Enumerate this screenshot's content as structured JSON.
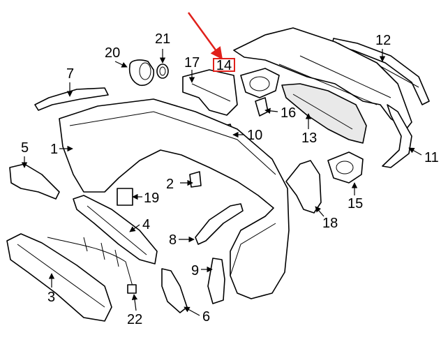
{
  "diagram": {
    "highlight": {
      "label": "14",
      "box_color": "#e0201b",
      "arrow_color": "#e0201b"
    },
    "callouts": [
      "1",
      "2",
      "3",
      "4",
      "5",
      "6",
      "7",
      "8",
      "9",
      "10",
      "11",
      "12",
      "13",
      "15",
      "16",
      "17",
      "18",
      "19",
      "20",
      "21",
      "22"
    ]
  }
}
